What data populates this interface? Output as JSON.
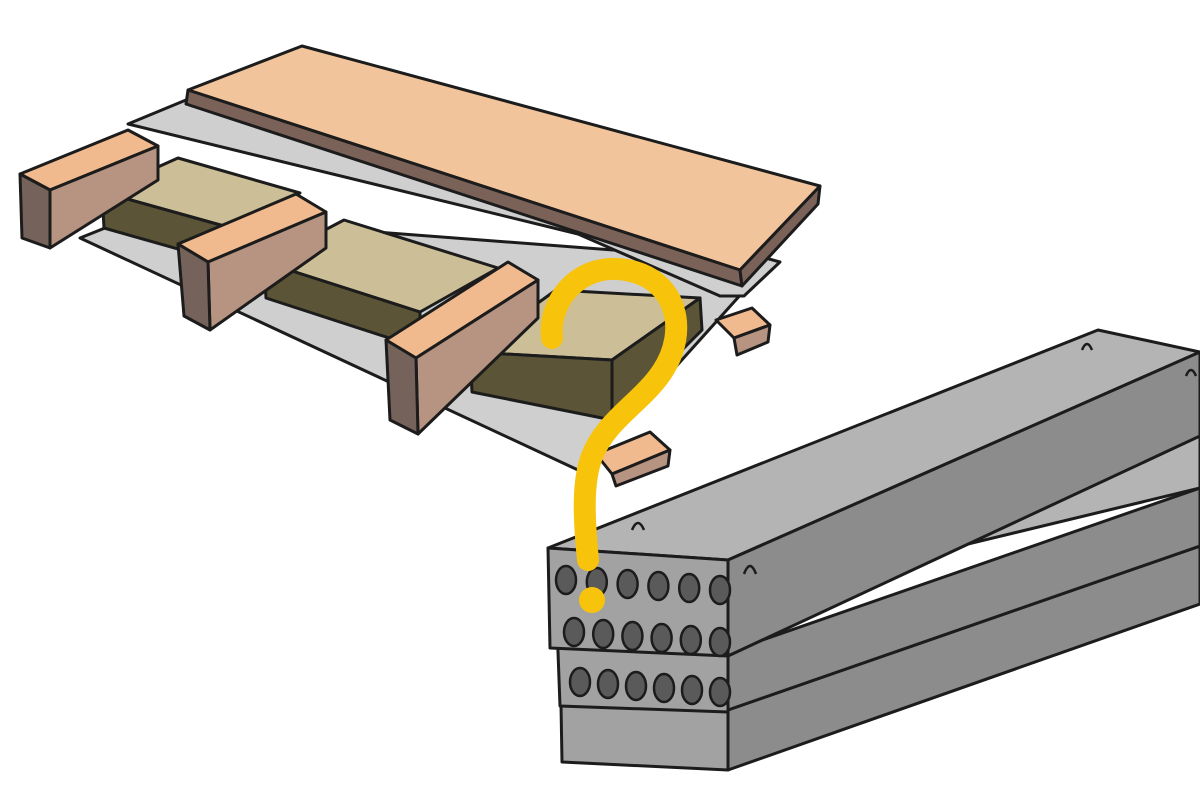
{
  "illustration": {
    "subjects": [
      "timber-joist-floor-assembly",
      "hollow-core-concrete-slab-stack",
      "question-mark"
    ],
    "colors": {
      "outline": "#1c1c1c",
      "board_top": "#f2c49b",
      "board_edge": "#7a6258",
      "membrane": "#cfcfcf",
      "joist_top": "#f0b98e",
      "joist_front": "#b69481",
      "joist_end": "#75625a",
      "insulation_top": "#ccbf98",
      "insulation_side": "#5c5436",
      "slab_top": "#b4b4b4",
      "slab_front": "#a2a2a2",
      "slab_side": "#8c8c8c",
      "slab_hole": "#5a5a5a",
      "question_mark": "#f7c30b"
    },
    "slab_count": 3,
    "holes_per_slab": 6
  }
}
